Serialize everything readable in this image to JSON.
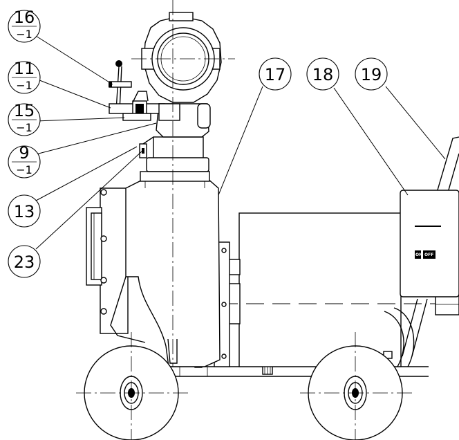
{
  "callouts": [
    {
      "id": "c16",
      "main": "16",
      "sub": "−1"
    },
    {
      "id": "c11",
      "main": "11",
      "sub": "−1"
    },
    {
      "id": "c15",
      "main": "15",
      "sub": "−1"
    },
    {
      "id": "c9",
      "main": "9",
      "sub": "−1"
    },
    {
      "id": "c13",
      "main": "13",
      "sub": ""
    },
    {
      "id": "c23",
      "main": "23",
      "sub": ""
    },
    {
      "id": "c17",
      "main": "17",
      "sub": ""
    },
    {
      "id": "c18",
      "main": "18",
      "sub": ""
    },
    {
      "id": "c19",
      "main": "19",
      "sub": ""
    }
  ],
  "control_box": {
    "switch_on": "ON",
    "switch_off": "OFF"
  }
}
